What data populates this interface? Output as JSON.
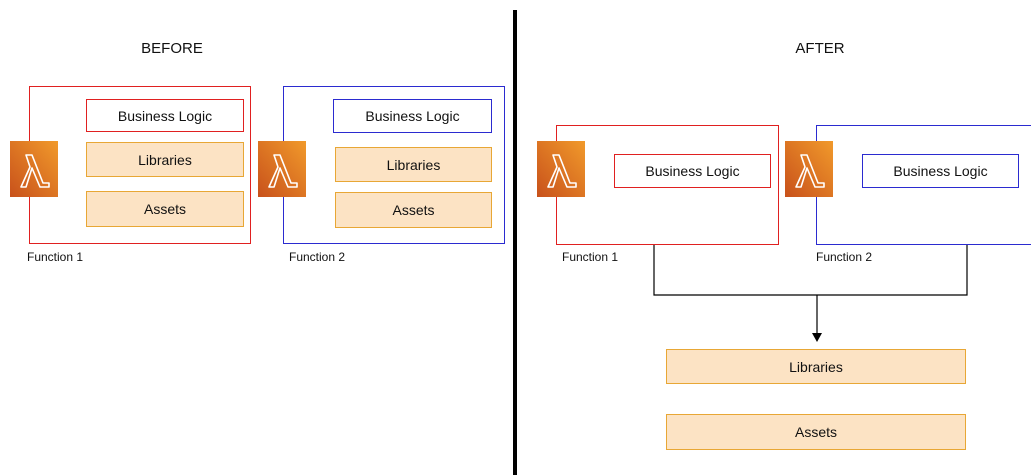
{
  "before": {
    "title": "BEFORE",
    "function1": {
      "business_logic": "Business Logic",
      "libraries": "Libraries",
      "assets": "Assets",
      "label": "Function 1"
    },
    "function2": {
      "business_logic": "Business Logic",
      "libraries": "Libraries",
      "assets": "Assets",
      "label": "Function 2"
    }
  },
  "after": {
    "title": "AFTER",
    "function1": {
      "business_logic": "Business Logic",
      "label": "Function 1"
    },
    "function2": {
      "business_logic": "Business Logic",
      "label": "Function 2"
    },
    "shared_libraries": "Libraries",
    "shared_assets": "Assets"
  },
  "colors": {
    "function1_border": "#e02020",
    "function2_border": "#2b2bd0",
    "layer_fill": "#fce3c4",
    "layer_border": "#e8a735",
    "lambda_orange": "#e8821f"
  },
  "icons": {
    "lambda": "aws-lambda-icon"
  }
}
